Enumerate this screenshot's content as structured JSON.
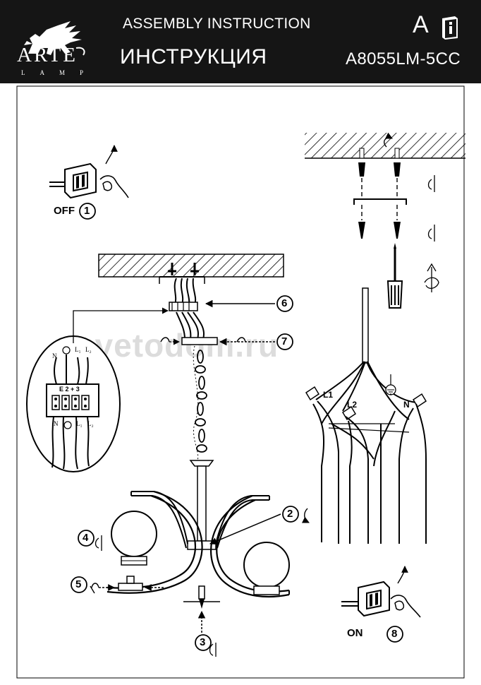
{
  "header": {
    "brand": "ARTE",
    "brand_sub": "LAMP",
    "title_en": "ASSEMBLY INSTRUCTION",
    "title_ru": "ИНСТРУКЦИЯ",
    "letter": "A",
    "info_icon": "info-book-icon",
    "model": "A8055LM-5CC"
  },
  "steps": [
    {
      "number": "1",
      "label": "OFF"
    },
    {
      "number": "2"
    },
    {
      "number": "3"
    },
    {
      "number": "4"
    },
    {
      "number": "5"
    },
    {
      "number": "6"
    },
    {
      "number": "7"
    },
    {
      "number": "8",
      "label": "ON"
    }
  ],
  "terminal": {
    "top_labels": [
      "N",
      "L₁",
      "L₂"
    ],
    "block_label": "E  2 + 3",
    "bottom_labels": [
      "N",
      "L₁",
      "L₂"
    ]
  },
  "wire_labels": [
    "L1",
    "L2",
    "N"
  ],
  "watermark": "svetodom.ru"
}
